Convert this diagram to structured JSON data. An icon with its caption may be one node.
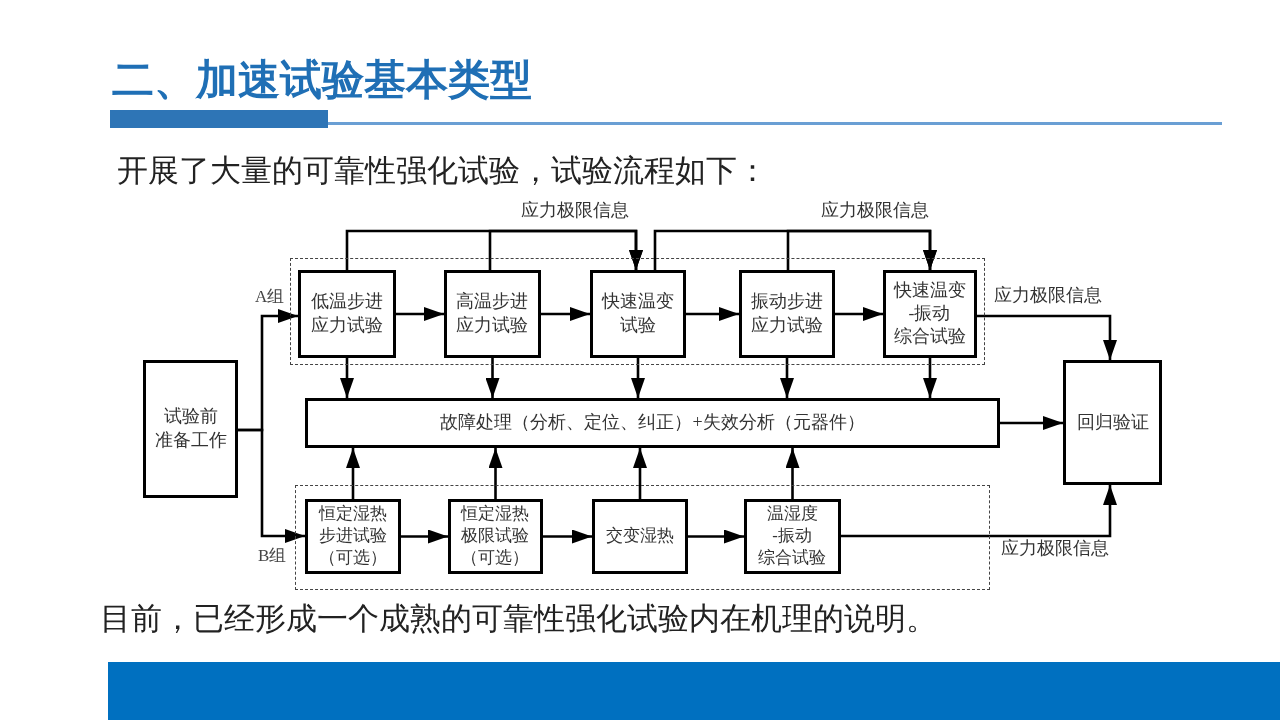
{
  "diagram": {
    "title": "二、加速试验基本类型",
    "nodes": [
      {
        "text": [
          "试验前准备工作"
        ]
      },
      {
        "text": [
          "A组"
        ]
      },
      {
        "text": [
          "低温步进应力试验"
        ],
        "in": 1
      },
      {
        "text": [
          "高温步进应力试验"
        ],
        "in": 1
      },
      {
        "text": [
          "快速温变试验"
        ],
        "in": 1
      },
      {
        "text": [
          "振动步进应力试验"
        ],
        "in": 1
      },
      {
        "text": [
          "快速温变-振动综合试验"
        ],
        "in": 1
      },
      {
        "text": [
          "故障处理（分析、定位、纠正）+失效分析（元器件）"
        ]
      },
      {
        "text": [
          "回归验证"
        ]
      },
      {
        "text": [
          "B组"
        ]
      },
      {
        "text": [
          "恒定湿热步进试验（可选）"
        ],
        "in": 9
      },
      {
        "text": [
          "恒定湿热极限试验（可选）"
        ],
        "in": 9
      },
      {
        "text": [
          "交变湿热"
        ],
        "in": 9
      },
      {
        "text": [
          "温湿度-振动综合试验"
        ],
        "in": 9
      }
    ],
    "edges": [
      {
        "from": 0,
        "to": 2,
        "arrow": "to"
      },
      {
        "from": 0,
        "to": 10,
        "arrow": "to"
      },
      {
        "from": 2,
        "to": 3,
        "arrow": "to"
      },
      {
        "from": 3,
        "to": 4,
        "arrow": "to"
      },
      {
        "from": 4,
        "to": 5,
        "arrow": "to"
      },
      {
        "from": 5,
        "to": 6,
        "arrow": "to"
      },
      {
        "from": 2,
        "to": 4,
        "arrow": "to",
        "label": "应力极限信息"
      },
      {
        "from": 3,
        "to": 4,
        "arrow": "to"
      },
      {
        "from": 4,
        "to": 6,
        "arrow": "to",
        "label": "应力极限信息"
      },
      {
        "from": 5,
        "to": 6,
        "arrow": "to"
      },
      {
        "from": 2,
        "to": 7,
        "arrow": "to"
      },
      {
        "from": 3,
        "to": 7,
        "arrow": "to"
      },
      {
        "from": 4,
        "to": 7,
        "arrow": "to"
      },
      {
        "from": 5,
        "to": 7,
        "arrow": "to"
      },
      {
        "from": 6,
        "to": 7,
        "arrow": "to"
      },
      {
        "from": 6,
        "to": 8,
        "arrow": "to",
        "label": "应力极限信息"
      },
      {
        "from": 7,
        "to": 8,
        "arrow": "to"
      },
      {
        "from": 10,
        "to": 11,
        "arrow": "to"
      },
      {
        "from": 11,
        "to": 12,
        "arrow": "to"
      },
      {
        "from": 12,
        "to": 13,
        "arrow": "to"
      },
      {
        "from": 10,
        "to": 7,
        "arrow": "to"
      },
      {
        "from": 11,
        "to": 7,
        "arrow": "to"
      },
      {
        "from": 12,
        "to": 7,
        "arrow": "to"
      },
      {
        "from": 13,
        "to": 7,
        "arrow": "to"
      },
      {
        "from": 13,
        "to": 8,
        "arrow": "to",
        "label": "应力极限信息"
      }
    ],
    "labels": [
      "开展了大量的可靠性强化试验，试验流程如下：",
      "目前，已经形成一个成熟的可靠性强化试验内在机理的说明。"
    ]
  }
}
